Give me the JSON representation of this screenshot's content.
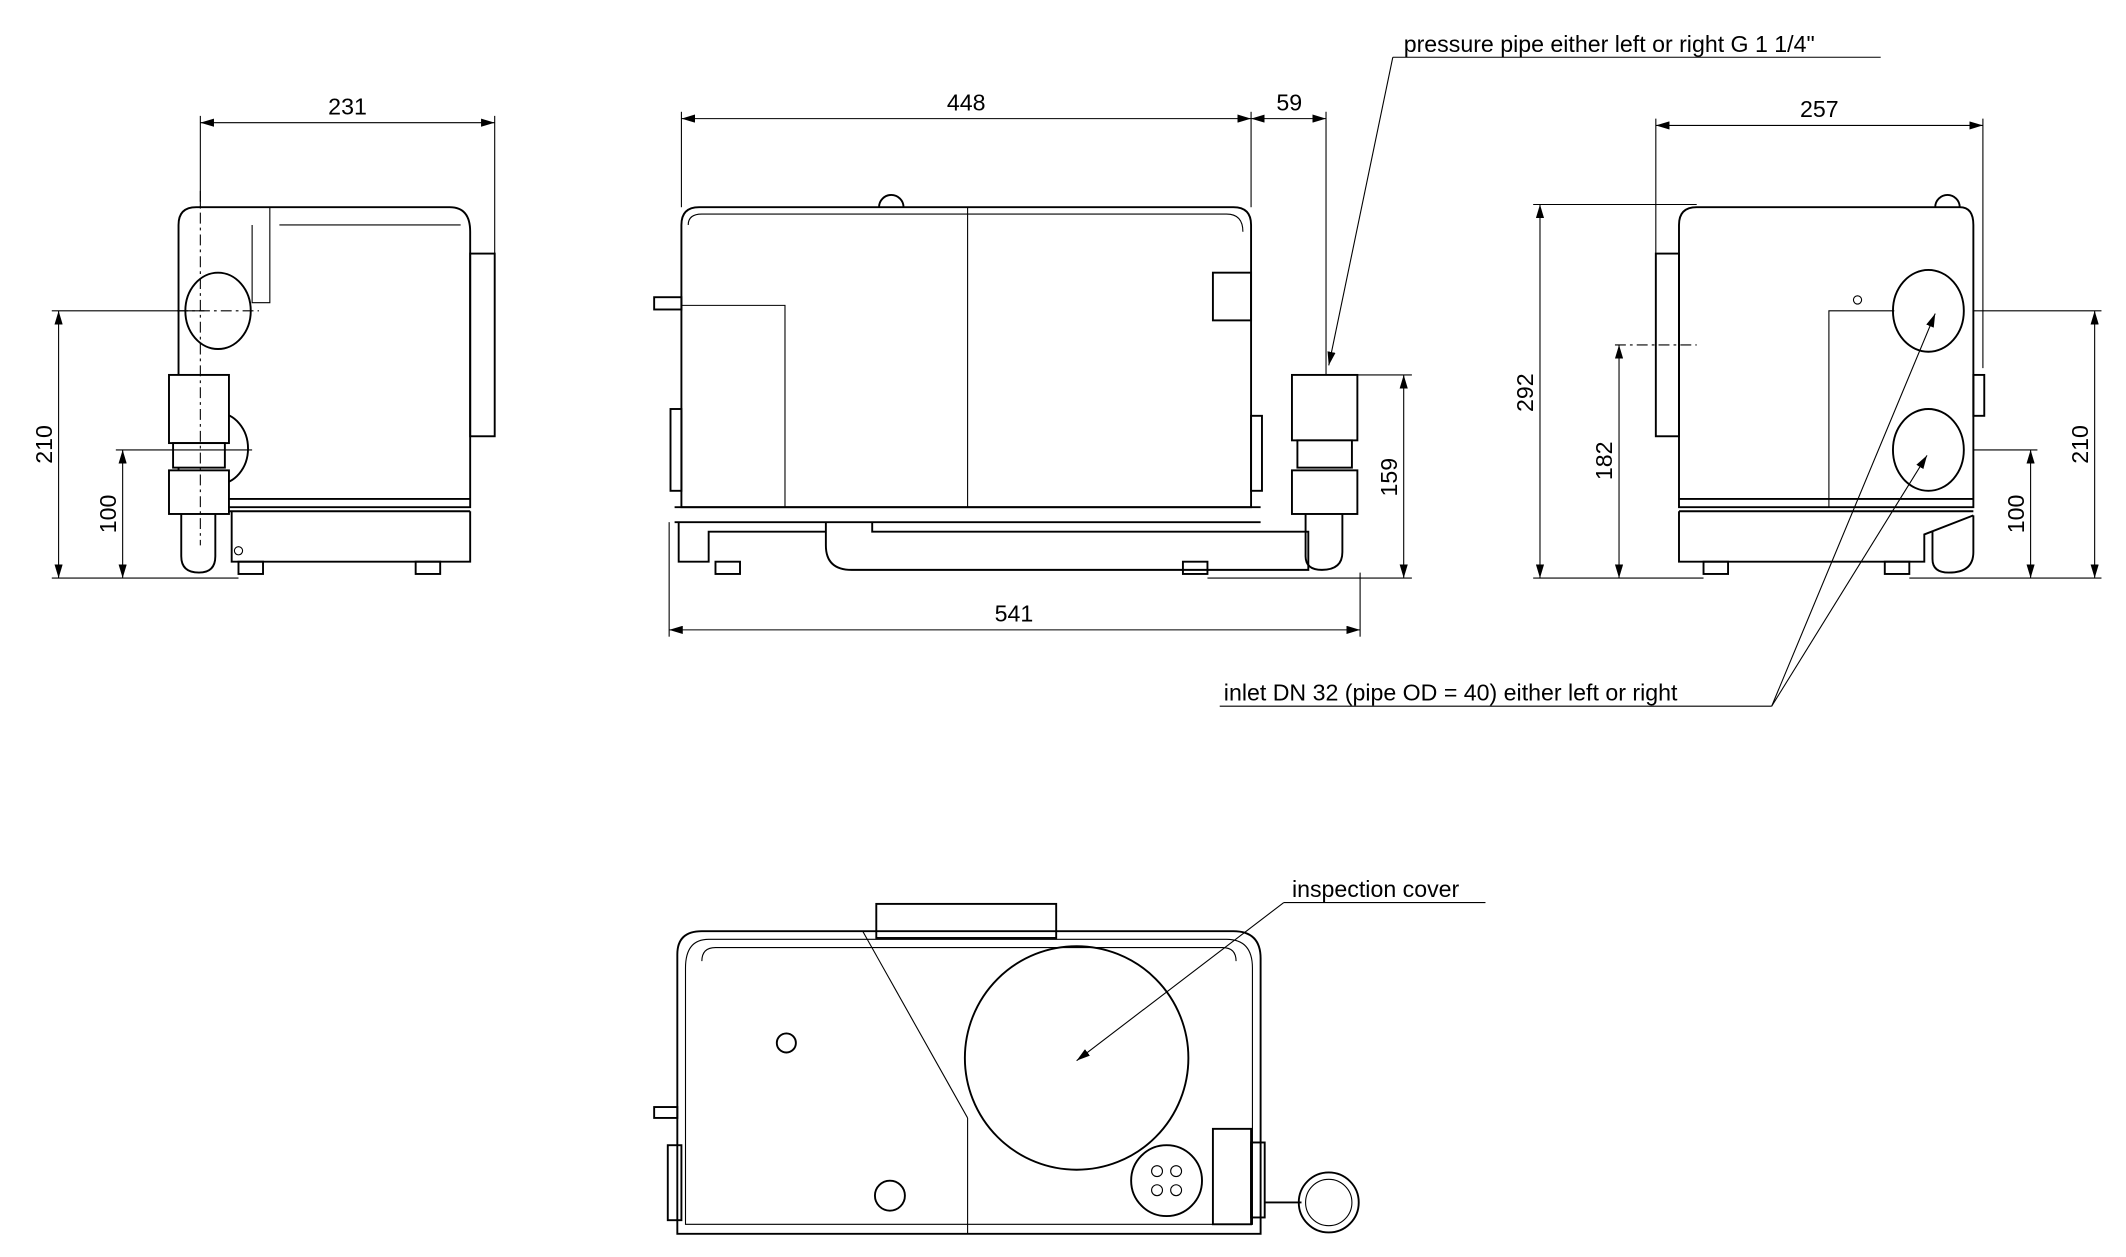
{
  "dimensions": {
    "side_left": {
      "width": "231",
      "height_outlet": "210",
      "height_inlet": "100"
    },
    "front": {
      "body_length": "448",
      "outlet_offset": "59",
      "total_length": "541",
      "outlet_height": "159"
    },
    "side_right": {
      "width": "257",
      "total_height": "292",
      "height_mid": "182",
      "height_outlet": "210",
      "height_inlet": "100"
    }
  },
  "annotations": {
    "pressure_pipe": "pressure pipe either left or right G 1 1/4\"",
    "inlet": "inlet DN 32 (pipe OD = 40) either left or right",
    "inspection_cover": "inspection cover"
  }
}
